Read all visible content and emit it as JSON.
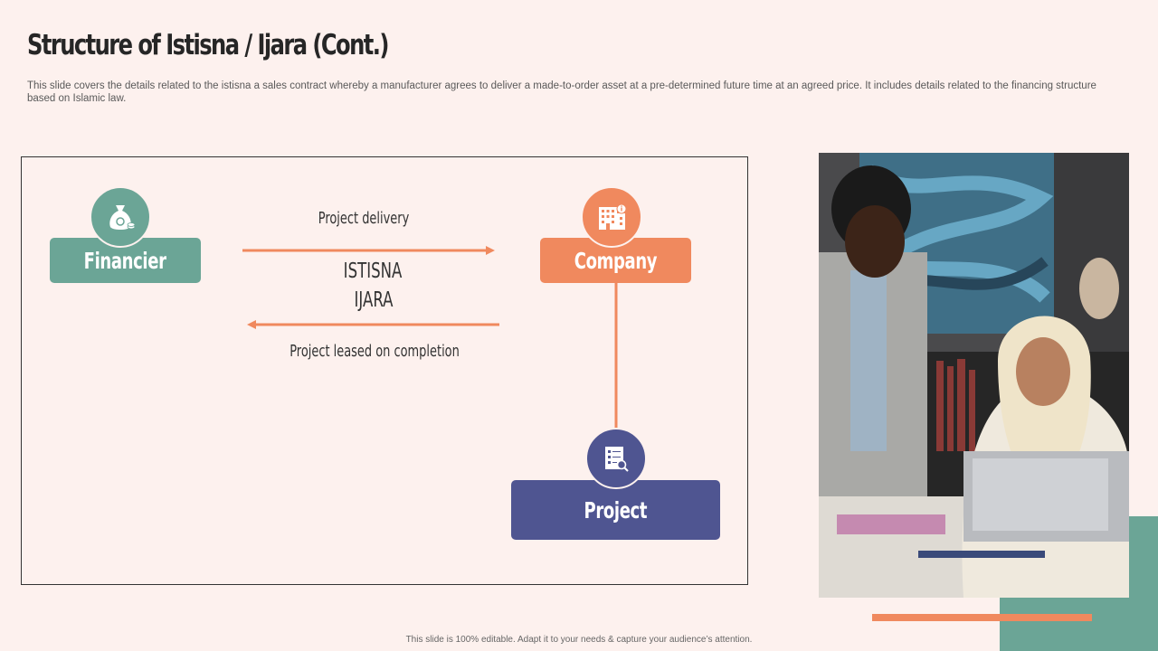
{
  "slide": {
    "title": "Structure of Istisna / Ijara (Cont.)",
    "subtitle": "This slide covers the details related to the istisna a sales contract whereby a manufacturer agrees to deliver a made-to-order asset at a pre-determined future time at an agreed price. It includes details related to the financing structure based on Islamic law.",
    "footer": "This slide is 100% editable. Adapt it to your needs & capture your audience’s attention."
  },
  "diagram": {
    "financier": {
      "label": "Financier",
      "icon": "money-bag-icon",
      "color": "#6ba596"
    },
    "company": {
      "label": "Company",
      "icon": "office-building-icon",
      "color": "#f0895e"
    },
    "project": {
      "label": "Project",
      "icon": "document-search-icon",
      "color": "#4f5591"
    },
    "arrow_top_label": "Project delivery",
    "center_label_1": "ISTISNA",
    "center_label_2": "IJARA",
    "arrow_bottom_label": "Project leased on completion",
    "arrow_color": "#f0895e"
  },
  "photo": {
    "subject": "two-people-reviewing-documents-at-laptop"
  },
  "decor": {
    "teal": "#6ba596",
    "orange": "#f0895e",
    "background": "#fdf1ee"
  }
}
